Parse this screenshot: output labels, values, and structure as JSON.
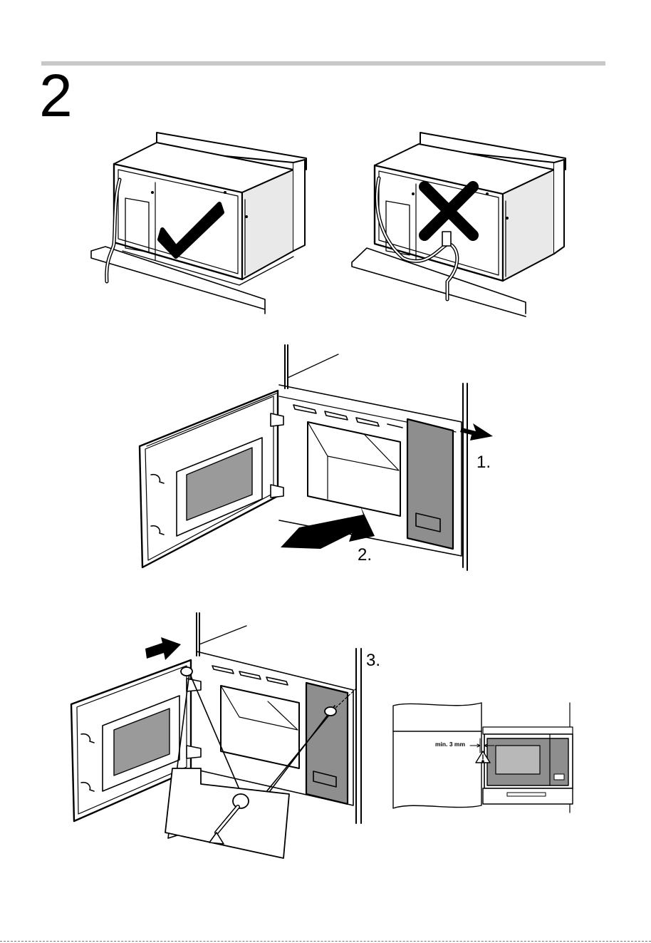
{
  "step_number": "2",
  "labels": {
    "step1": "1.",
    "step2": "2.",
    "step3": "3.",
    "gap": "min. 3 mm"
  },
  "icons": {
    "correct": "checkmark-icon",
    "incorrect": "cross-icon",
    "warning": "warning-icon",
    "push_arrow": "arrow-icon"
  },
  "colors": {
    "panel_gray": "#8e8e8e",
    "window_gray": "#9a9a9a",
    "side_gray": "#e9e9e9",
    "line": "#000000"
  }
}
